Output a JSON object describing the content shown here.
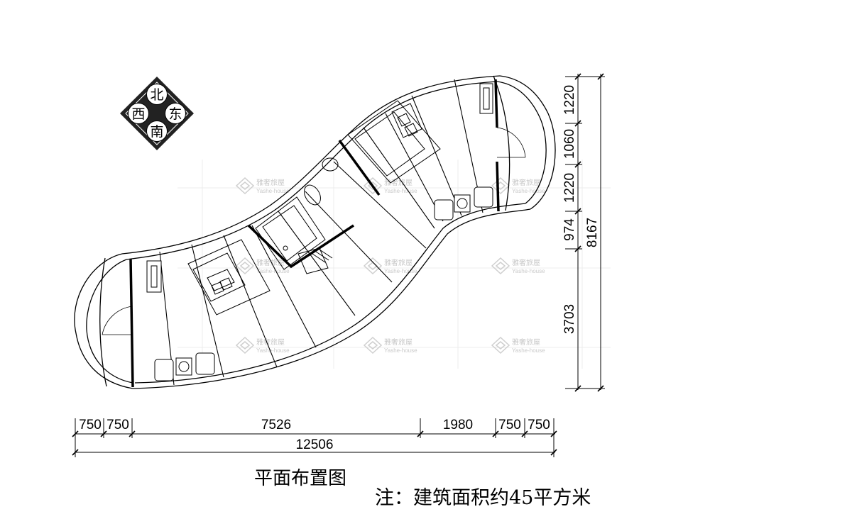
{
  "compass": {
    "north": "北",
    "south": "南",
    "east": "东",
    "west": "西"
  },
  "watermark": {
    "brand_cn": "雅奢旅屋",
    "brand_en": "Yashe-house"
  },
  "dimensions": {
    "horizontal_segments": [
      "750",
      "750",
      "7526",
      "1980",
      "750",
      "750"
    ],
    "horizontal_total": "12506",
    "vertical_segments": [
      "1220",
      "1060",
      "1220",
      "974",
      "3703"
    ],
    "vertical_total": "8167"
  },
  "title": "平面布置图",
  "note": "注：建筑面积约45平方米"
}
